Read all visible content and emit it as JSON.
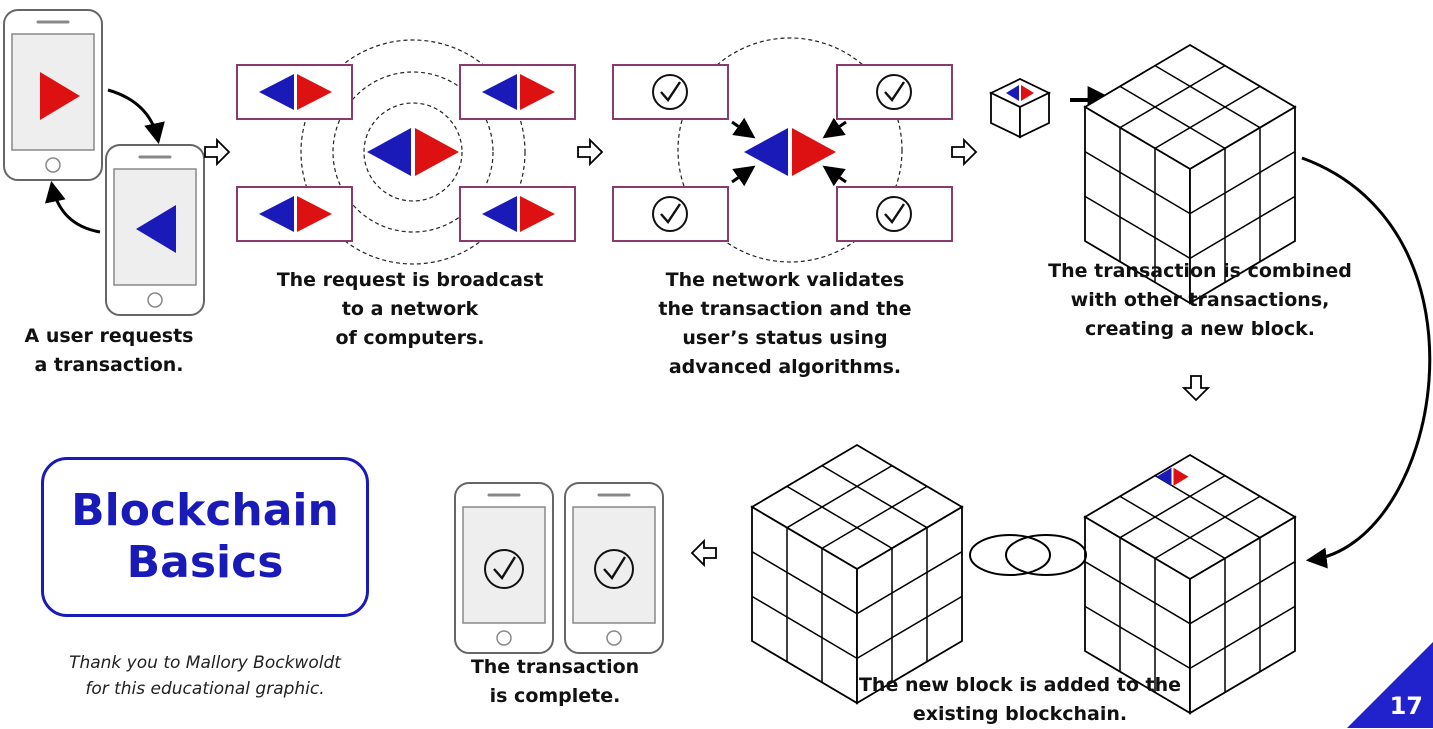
{
  "steps": {
    "request": [
      "A user requests",
      "a transaction."
    ],
    "broadcast": [
      "The request is broadcast",
      "to a network",
      "of computers."
    ],
    "validate": [
      "The network validates",
      "the transaction and the",
      "user’s status using",
      "advanced algorithms."
    ],
    "combine": [
      "The transaction is combined",
      "with other transactions,",
      "creating a new block."
    ],
    "added": [
      "The new block is added to the",
      "existing blockchain."
    ],
    "complete": [
      "The transaction",
      "is complete."
    ]
  },
  "title": [
    "Blockchain",
    "Basics"
  ],
  "credit": [
    "Thank you to Mallory Bockwoldt",
    "for this educational graphic."
  ],
  "page_number": "17",
  "colors": {
    "red": "#dd1111",
    "blue": "#1a1ab8",
    "box": "#8b3a6e",
    "accent": "#2222cc"
  },
  "icons": [
    "phone-icon",
    "checkmark-icon",
    "network-computer-icon",
    "block-cube-icon",
    "chain-link-icon"
  ]
}
